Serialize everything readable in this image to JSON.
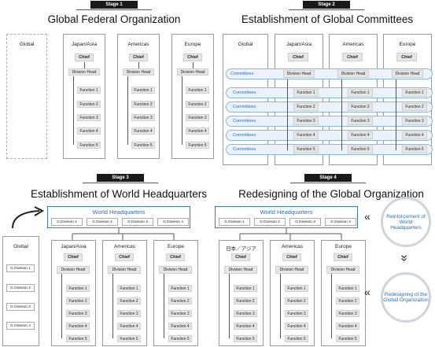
{
  "stage1": {
    "tag": "Stage 1",
    "title": "Global Federal Organization",
    "global": "Global",
    "regions": [
      "Japan/Asia",
      "Americas",
      "Europe"
    ],
    "chief": "Chief",
    "division_head": "Division Head",
    "functions": [
      "Function 1",
      "Function 2",
      "Function 3",
      "Function 4",
      "Function 5"
    ]
  },
  "stage2": {
    "tag": "Stage 2",
    "title": "Establishment of Global Committees",
    "global": "Global",
    "regions": [
      "Japan/Asia",
      "Americas",
      "Europe"
    ],
    "chief": "Chief",
    "division_head": "Division Head",
    "committees": "Committees",
    "functions": [
      "Function 1",
      "Function 2",
      "Function 3",
      "Function 4",
      "Function 5"
    ]
  },
  "stage3": {
    "tag": "Stage 3",
    "title": "Establishment of World Headquarters",
    "whq": "World Headquarters",
    "gdivs": [
      "G Division 1",
      "G Division 2",
      "G Division 3",
      "G Division 4"
    ],
    "global": "Global",
    "regions": [
      "Japan/Asia",
      "Americas",
      "Europe"
    ],
    "chief": "Chief",
    "division_head": "Division Head",
    "functions": [
      "Function 1",
      "Function 2",
      "Function 3",
      "Function 4",
      "Function 5"
    ]
  },
  "stage4": {
    "tag": "Stage 4",
    "title": "Redesigning of the Global Organization",
    "whq": "World Headquarters",
    "gdivs": [
      "G Division 1",
      "G Division 2",
      "G Division 3",
      "G Division 4"
    ],
    "regions": [
      "日本／アジア",
      "Americas",
      "Europe"
    ],
    "chief": "Chief",
    "division_head": "Division Head",
    "functions": [
      "Function 1",
      "Function 2",
      "Function 3",
      "Function 4",
      "Function 5"
    ],
    "circle1": "Reinforcement of World Headquarters",
    "circle2": "Redesigning of the Global Organization"
  }
}
